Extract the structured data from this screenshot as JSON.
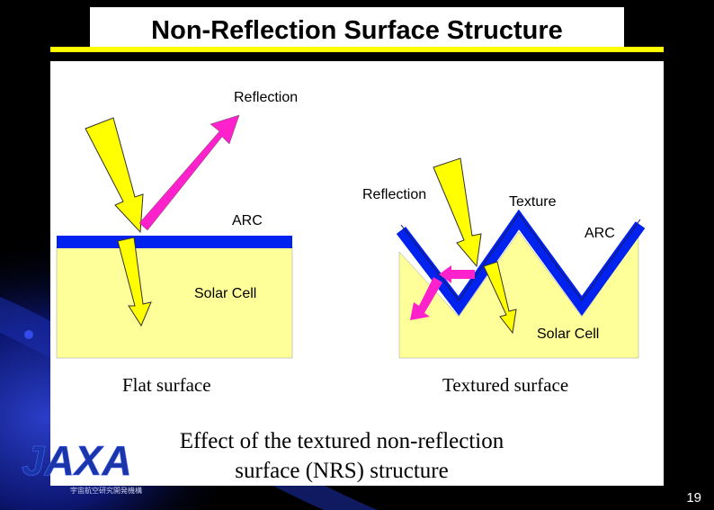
{
  "title": "Non-Reflection Surface Structure",
  "labels": {
    "left_reflection": "Reflection",
    "right_reflection": "Reflection",
    "texture": "Texture",
    "left_arc": "ARC",
    "right_arc": "ARC",
    "left_solar_cell": "Solar Cell",
    "right_solar_cell": "Solar Cell",
    "flat_surface": "Flat surface",
    "textured_surface": "Textured surface"
  },
  "caption": {
    "line1": "Effect of the textured non-reflection",
    "line2": "surface (NRS) structure"
  },
  "logo": {
    "text": "JAXA",
    "subtext": "宇宙航空研究開発機構"
  },
  "page_number": "19",
  "colors": {
    "background": "#000000",
    "panel": "#ffffff",
    "title_rule": "#ffff00",
    "solar_cell": "#ffff99",
    "arc_layer": "#0022ee",
    "incident_arrow": "#ffff00",
    "reflection_arrow": "#ff22cc",
    "logo_blue": "#1a35a8"
  }
}
